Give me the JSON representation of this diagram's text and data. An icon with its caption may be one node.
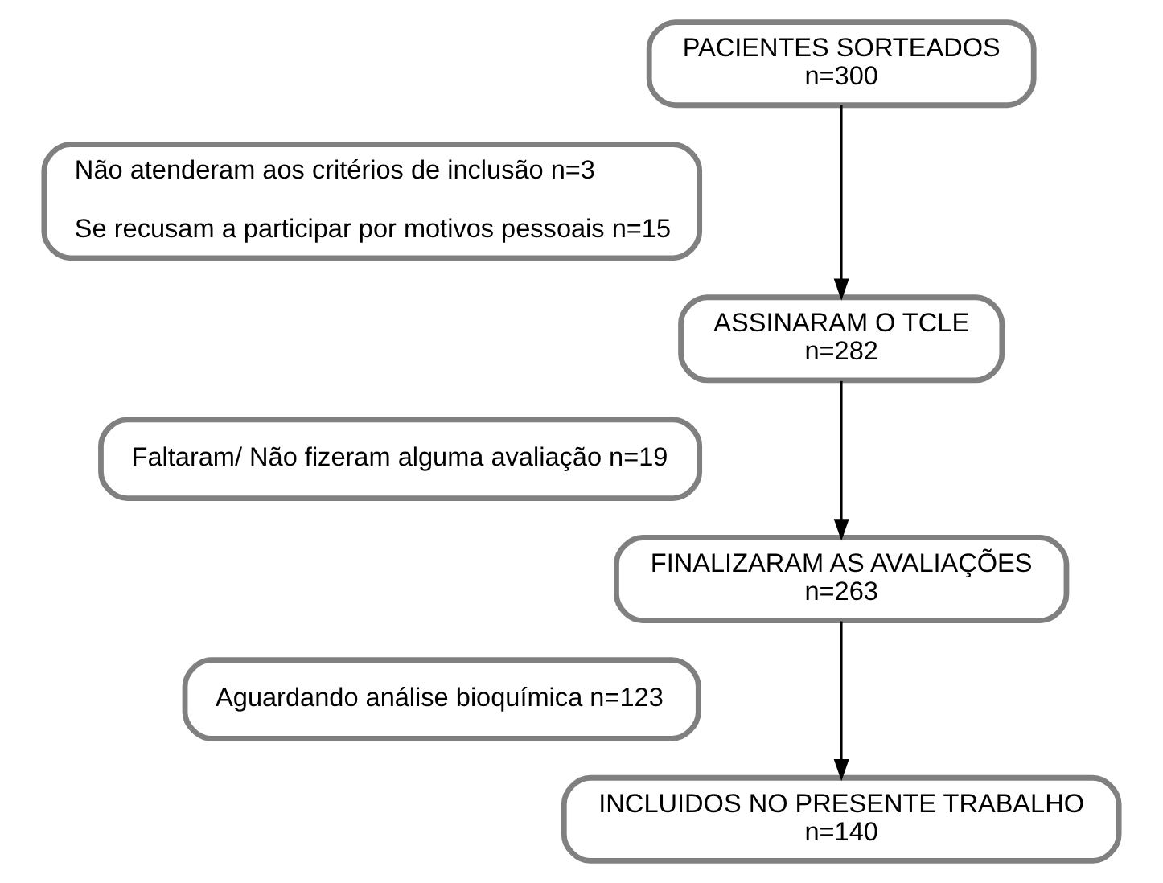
{
  "diagram": {
    "nodes": [
      {
        "text": [
          "PACIENTES SORTEADOS",
          "n=300"
        ]
      },
      {
        "text": [
          "Não atenderam aos critérios de inclusão n=3",
          "Se recusam a participar por motivos pessoais n=15"
        ]
      },
      {
        "text": [
          "ASSINARAM O TCLE",
          "n=282"
        ]
      },
      {
        "text": [
          "Faltaram/ Não fizeram alguma avaliação n=19"
        ]
      },
      {
        "text": [
          "FINALIZARAM AS AVALIAÇÕES",
          "n=263"
        ]
      },
      {
        "text": [
          "Aguardando análise bioquímica n=123"
        ]
      },
      {
        "text": [
          "INCLUIDOS NO PRESENTE TRABALHO",
          "n=140"
        ]
      }
    ],
    "edges": [
      {
        "from": 0,
        "to": 2,
        "arrow": "to"
      },
      {
        "from": 2,
        "to": 4,
        "arrow": "to"
      },
      {
        "from": 4,
        "to": 6,
        "arrow": "to"
      }
    ]
  }
}
